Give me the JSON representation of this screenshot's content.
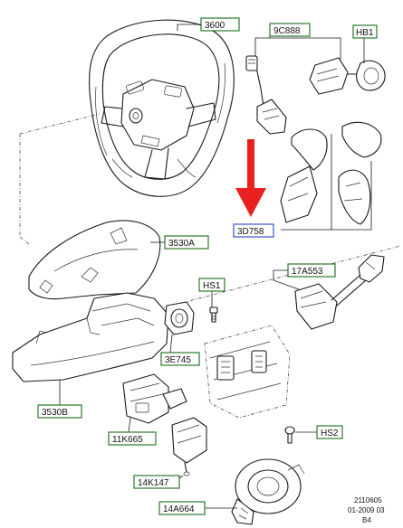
{
  "callouts": [
    {
      "id": "3600",
      "label": "3600",
      "color": "#2a7a2a"
    },
    {
      "id": "9c888",
      "label": "9C888",
      "color": "#2a7a2a"
    },
    {
      "id": "hb1",
      "label": "HB1",
      "color": "#2a7a2a"
    },
    {
      "id": "3d758",
      "label": "3D758",
      "color": "#3a55cc",
      "highlighted": true
    },
    {
      "id": "3530a",
      "label": "3530A",
      "color": "#2a7a2a"
    },
    {
      "id": "17a553",
      "label": "17A553",
      "color": "#2a7a2a"
    },
    {
      "id": "hs1",
      "label": "HS1",
      "color": "#2a7a2a"
    },
    {
      "id": "3e745",
      "label": "3E745",
      "color": "#2a7a2a"
    },
    {
      "id": "3530b",
      "label": "3530B",
      "color": "#2a7a2a"
    },
    {
      "id": "11k665",
      "label": "11K665",
      "color": "#2a7a2a"
    },
    {
      "id": "hs2",
      "label": "HS2",
      "color": "#2a7a2a"
    },
    {
      "id": "14k147",
      "label": "14K147",
      "color": "#2a7a2a"
    },
    {
      "id": "14a664",
      "label": "14A664",
      "color": "#2a7a2a"
    }
  ],
  "footer": {
    "ref_number": "2110605",
    "date": "01-2009 03",
    "sheet": "B4"
  },
  "colors": {
    "callout_border": "#2a7a2a",
    "highlight_border": "#3a55cc",
    "highlight_fill": "#aab8ff",
    "arrow": "#e8201e"
  }
}
